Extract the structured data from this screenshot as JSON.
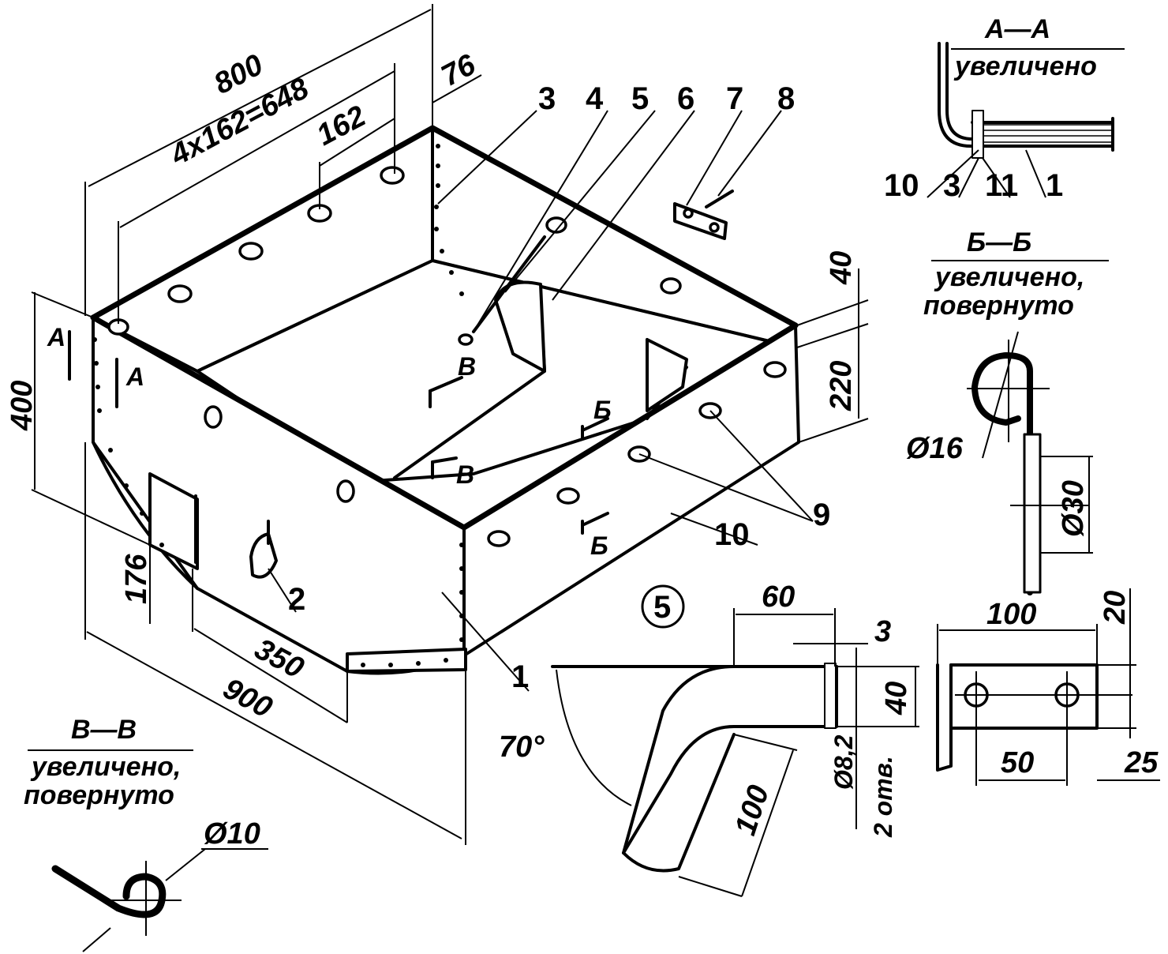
{
  "callouts": [
    "1",
    "2",
    "3",
    "4",
    "5",
    "6",
    "7",
    "8",
    "9",
    "10",
    "11"
  ],
  "dimensions": {
    "length_top": "800",
    "holes_spacing_total": "4x162=648",
    "hole_pitch": "162",
    "edge_offset": "76",
    "height": "400",
    "cutout_height": "176",
    "cutout_width": "350",
    "length_bottom": "900",
    "top_offset": "40",
    "wall_height": "220"
  },
  "section_marks": {
    "a": "A",
    "b": "Б",
    "v": "В"
  },
  "sections": {
    "aa": {
      "title": "A—A",
      "note": "увеличено"
    },
    "bb": {
      "title": "Б—Б",
      "note1": "увеличено,",
      "note2": "повернуто",
      "dia16": "Ø16",
      "dia30": "Ø30"
    },
    "vv": {
      "title": "B—B",
      "note1": "увеличено,",
      "note2": "повернуто",
      "dia10": "Ø10"
    }
  },
  "detail5": {
    "label": "5",
    "dim60": "60",
    "dim3": "3",
    "dim40": "40",
    "angle": "70°",
    "dim100": "100",
    "hole_dia": "Ø8,2",
    "hole_count": "2 отв."
  },
  "detail7": {
    "dim100": "100",
    "dim20": "20",
    "dim50": "50",
    "dim25": "25"
  }
}
